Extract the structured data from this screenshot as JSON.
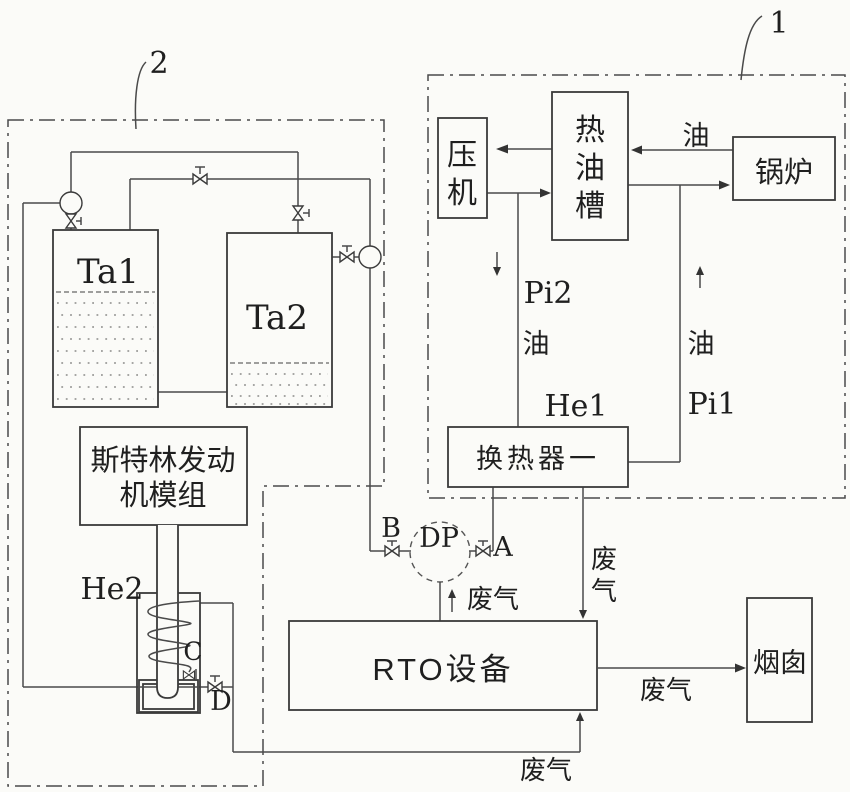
{
  "colors": {
    "ink": "#3a3a3a",
    "background": "#fbfbf8"
  },
  "system1": {
    "ref": "1",
    "compressor": "压机",
    "hot_oil_tank": "热油槽",
    "boiler": "锅炉",
    "heat_exchanger": "换热器一",
    "he1_label": "He1",
    "pi1_label": "Pi1",
    "pi2_label": "Pi2",
    "oil_boiler_line": "油",
    "oil_pi2_line": "油",
    "oil_pi1_line": "油"
  },
  "system2": {
    "ref": "2",
    "tank1": "Ta1",
    "tank2": "Ta2",
    "stirling_module_line1": "斯特林发动",
    "stirling_module_line2": "机模组",
    "he2_label": "He2",
    "valve_c": "C",
    "valve_d": "D"
  },
  "exhaust_path": {
    "dp_label": "DP",
    "valve_a": "A",
    "valve_b": "B",
    "rto_unit": "RTO设备",
    "chimney": "烟囱",
    "waste_gas_into_rto_top": "废气",
    "waste_gas_from_he1": "废气",
    "waste_gas_to_chimney": "废气",
    "waste_gas_return_line": "废气"
  }
}
